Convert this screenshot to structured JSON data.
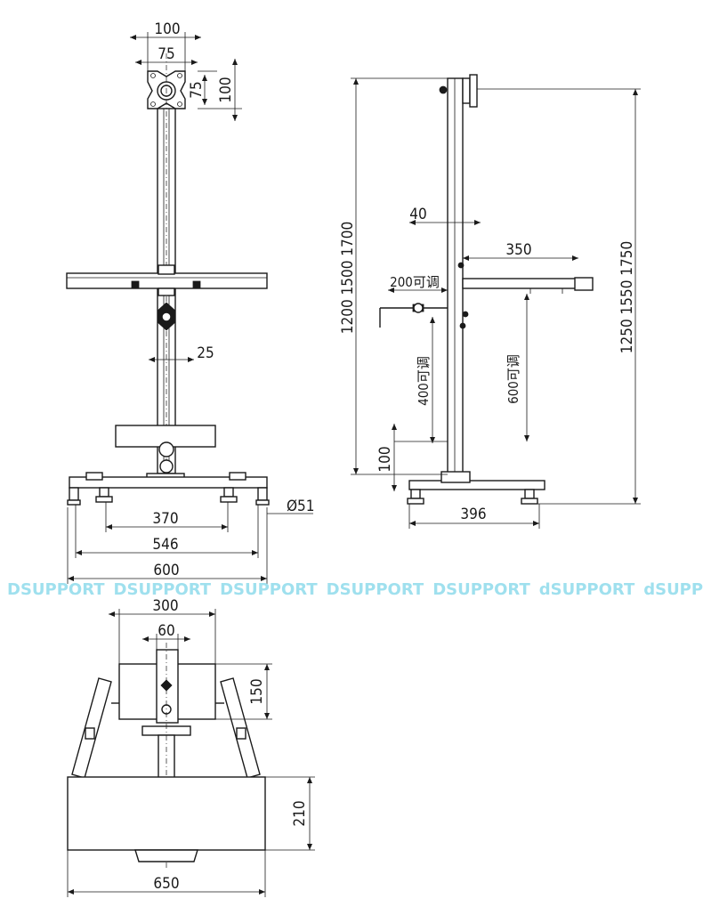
{
  "watermark": [
    "DSUPPORT",
    "DSUPPORT",
    "DSUPPORT",
    "DSUPPORT",
    "DSUPPORT",
    "dSUPPORT",
    "dSUPPORT"
  ],
  "front_view": {
    "vesa_outer": "100",
    "vesa_inner": "75",
    "vesa_side_inner": "75",
    "vesa_side_outer": "100",
    "pole_width": "25",
    "caster_spacing": "370",
    "foot_spacing": "546",
    "base_width": "600",
    "caster_dia": "Ø51"
  },
  "side_view": {
    "height_left": "1200 1500 1700",
    "height_right": "1250 1550 1750",
    "pole_depth": "40",
    "shelf_depth": "350",
    "adj_200": "200可调",
    "adj_400": "400可调",
    "adj_600": "600可调",
    "bottom_100": "100",
    "base_depth": "396"
  },
  "top_view": {
    "width_300": "300",
    "width_60": "60",
    "depth_150": "150",
    "depth_210": "210",
    "width_650": "650"
  }
}
